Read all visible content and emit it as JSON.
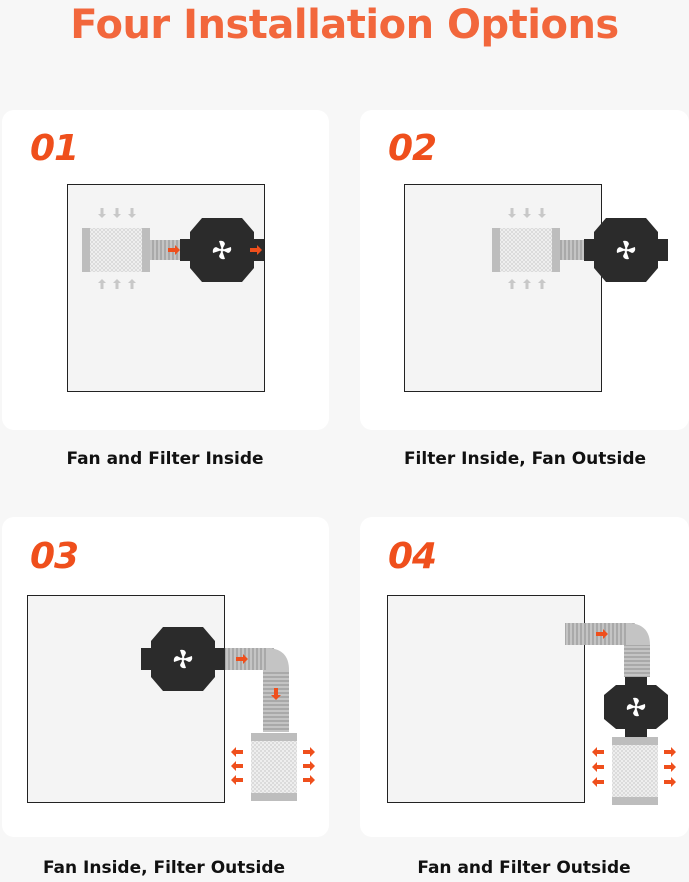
{
  "title": "Four Installation Options",
  "colors": {
    "accent": "#f2673c",
    "number": "#ef4f1c",
    "fan": "#2b2b2b",
    "duct": "#b7b7b7"
  },
  "options": [
    {
      "number": "01",
      "caption": "Fan and Filter Inside"
    },
    {
      "number": "02",
      "caption": "Filter Inside, Fan Outside"
    },
    {
      "number": "03",
      "caption": "Fan Inside, Filter Outside"
    },
    {
      "number": "04",
      "caption": "Fan and Filter Outside"
    }
  ]
}
